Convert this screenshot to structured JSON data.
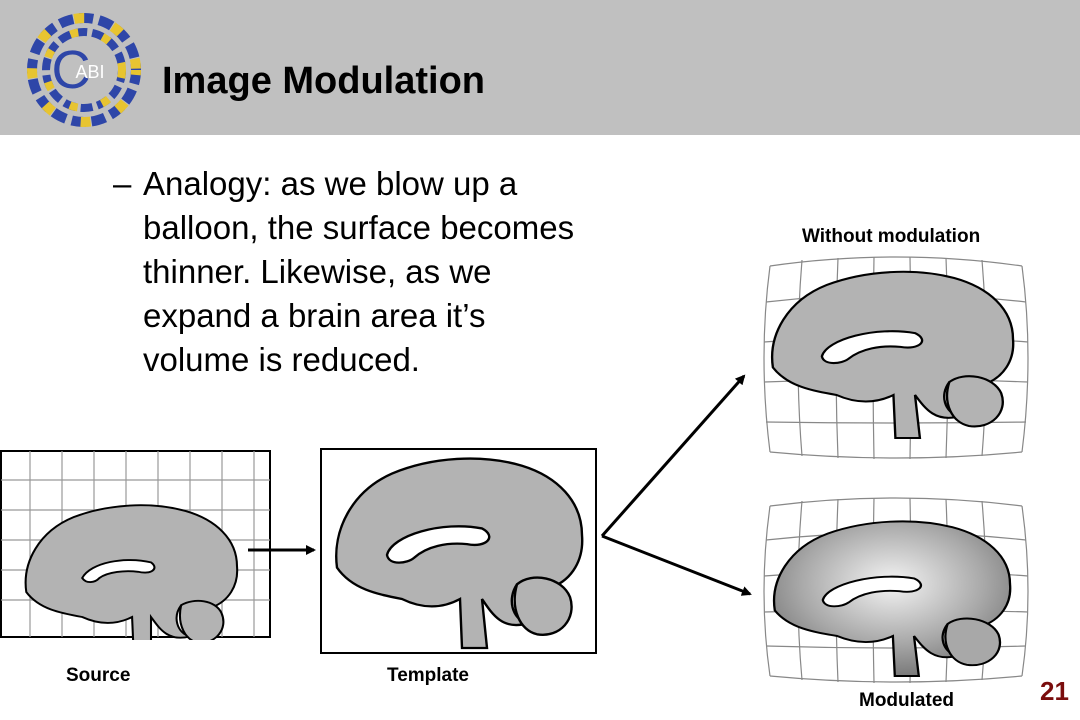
{
  "header": {
    "title": "Image Modulation",
    "logo_text": "ABI",
    "logo_letter": "C",
    "background": "#c0c0c0"
  },
  "body": {
    "bullet_dash": "–",
    "bullet_text": "Analogy: as we blow up a balloon, the surface becomes thinner. Likewise, as we expand a brain area it’s volume is reduced."
  },
  "figure": {
    "source_label": "Source",
    "template_label": "Template",
    "without_label": "Without modulation",
    "modulated_label": "Modulated",
    "brain_color": "#b3b3b3",
    "grid_color": "#888888"
  },
  "footer": {
    "page_number": "21",
    "page_number_color": "#7a0d0d"
  }
}
